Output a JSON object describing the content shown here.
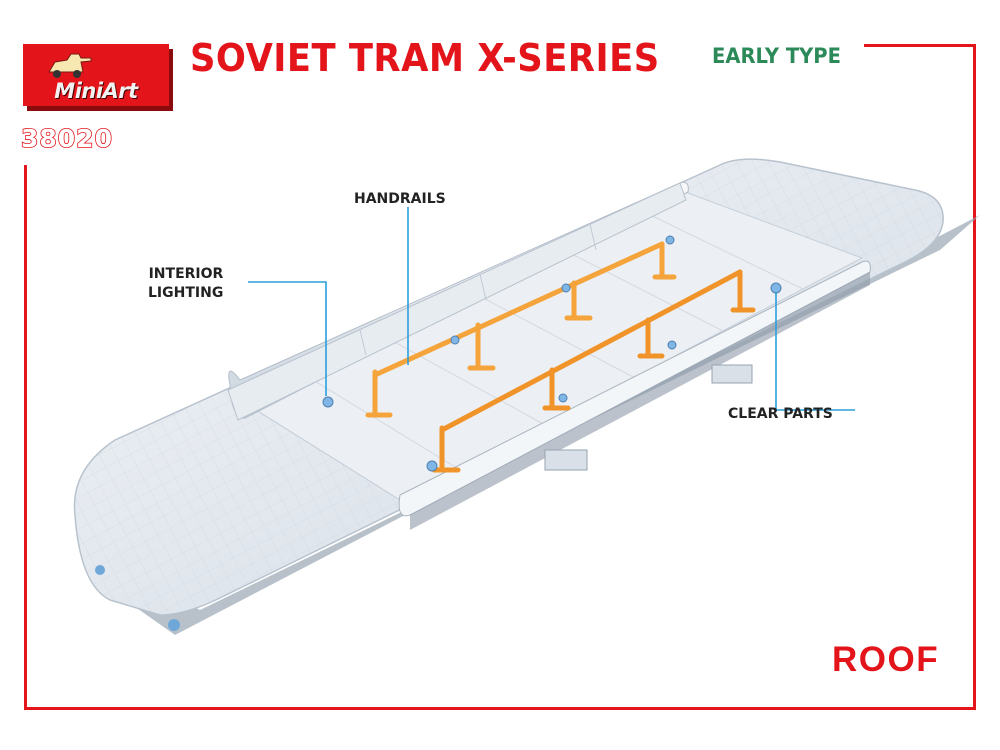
{
  "brand": {
    "logo_text": "MiniArt",
    "kit_number": "38020"
  },
  "header": {
    "title": "SOVIET TRAM X-SERIES",
    "subtitle": "EARLY TYPE"
  },
  "callouts": {
    "handrails": "HANDRAILS",
    "interior_lighting_1": "INTERIOR",
    "interior_lighting_2": "LIGHTING",
    "clear_parts": "CLEAR PARTS"
  },
  "section_label": "ROOF",
  "colors": {
    "accent_red": "#e3151b",
    "subtitle_green": "#2c8a59",
    "leader_blue": "#2aa0dc",
    "handrail_orange": "#f5a33b",
    "roof_grey": "#dfe5ec"
  }
}
